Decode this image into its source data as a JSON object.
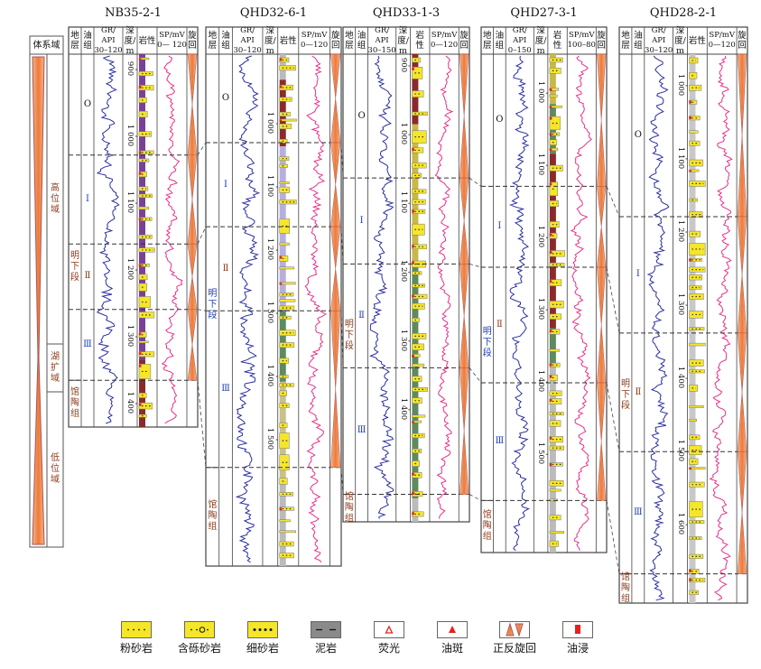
{
  "sequence": {
    "header": "体系域",
    "tracts": [
      {
        "label": "高\n位\n域"
      },
      {
        "label": "湖\n扩\n域"
      },
      {
        "label": "低\n位\n域"
      }
    ]
  },
  "wells": [
    {
      "name": "NB35-2-1",
      "headers": {
        "strata": "地\n层",
        "oil": "油\n组",
        "gr": "GR/\nAPI\n30–120",
        "depth": "深\n度/\nm",
        "lith": "岩性",
        "sp": "SP/mV\n0— 120",
        "cycle": "旋\n回"
      },
      "depth_range": [
        877,
        1435
      ],
      "depth_ticks": [
        "900",
        "1 000",
        "1 100",
        "1 200",
        "1 300",
        "1 400"
      ],
      "depth_values": [
        900,
        1000,
        1100,
        1200,
        1300,
        1400
      ],
      "boundaries": [
        1028,
        1161,
        1259,
        1365
      ],
      "oil_groups": [
        "O",
        "Ⅰ",
        "Ⅱ",
        "Ⅲ"
      ],
      "formations": [
        "明\n下\n段",
        "馆\n陶\n组"
      ]
    },
    {
      "name": "QHD32-6-1",
      "headers": {
        "strata": "地\n层",
        "oil": "油\n组",
        "gr": "GR/\nAPI\n30–120",
        "depth": "深\n度/\nm",
        "lith": "岩性",
        "sp": "SP/mV\n0—120",
        "cycle": "旋\n回"
      },
      "depth_range": [
        890,
        1700
      ],
      "depth_ticks": [
        "1 000",
        "1 100",
        "1 200",
        "1 300",
        "1 400",
        "1 500"
      ],
      "depth_values": [
        1000,
        1100,
        1200,
        1300,
        1400,
        1500
      ],
      "boundaries": [
        1030,
        1163,
        1296,
        1544
      ],
      "oil_groups": [
        "O",
        "Ⅰ",
        "Ⅱ",
        "Ⅲ"
      ],
      "formations": [
        "明\n下\n段",
        "馆\n陶\n组"
      ]
    },
    {
      "name": "QHD33-1-3",
      "headers": {
        "strata": "地\n层",
        "oil": "油\n组",
        "gr": "GR/\nAPI\n30–150",
        "depth": "深\n度/\nm",
        "lith": "岩\n性",
        "sp": "SP/mV\n0—120",
        "cycle": "旋\n回"
      },
      "depth_range": [
        883,
        1563
      ],
      "depth_ticks": [
        "900",
        "1 000",
        "1 100",
        "1 200",
        "1 300",
        "1 400"
      ],
      "depth_values": [
        900,
        1000,
        1100,
        1200,
        1300,
        1400
      ],
      "boundaries": [
        1063,
        1188,
        1339,
        1523
      ],
      "oil_groups": [
        "O",
        "Ⅰ",
        "Ⅱ",
        "Ⅲ"
      ],
      "formations": [
        "明\n下\n段",
        "馆\n陶\n组"
      ]
    },
    {
      "name": "QHD27-3-1",
      "headers": {
        "strata": "地\n层",
        "oil": "油\n组",
        "gr": "GR/\nAPI\n0–150",
        "depth": "深\n度/\nm",
        "lith": "岩\n性",
        "sp": "SP/mV\n100–80",
        "cycle": "旋\n回"
      },
      "depth_range": [
        946,
        1636
      ],
      "depth_ticks": [
        "1 000",
        "1 100",
        "1 200",
        "1 300",
        "1 400",
        "1 500"
      ],
      "depth_values": [
        1000,
        1100,
        1200,
        1300,
        1400,
        1500
      ],
      "boundaries": [
        1129,
        1241,
        1401,
        1564
      ],
      "oil_groups": [
        "O",
        "Ⅰ",
        "Ⅱ",
        "Ⅲ"
      ],
      "formations": [
        "明\n下\n段",
        "馆\n陶\n组"
      ]
    },
    {
      "name": "QHD28-2-1",
      "headers": {
        "strata": "地\n层",
        "oil": "油\n组",
        "gr": "GR/\nAPI\n30–120",
        "depth": "深\n度/\nm",
        "lith": "岩性",
        "sp": "SP/mV\n0—120",
        "cycle": "旋\n回"
      },
      "depth_range": [
        957,
        1707
      ],
      "depth_ticks": [
        "1 000",
        "1 100",
        "1 200",
        "1 300",
        "1 400",
        "1 500",
        "1 600"
      ],
      "depth_values": [
        1000,
        1100,
        1200,
        1300,
        1400,
        1500,
        1600
      ],
      "boundaries": [
        1179,
        1338,
        1500,
        1667
      ],
      "oil_groups": [
        "O",
        "Ⅰ",
        "Ⅱ",
        "Ⅲ"
      ],
      "formations": [
        "明\n下\n段",
        "馆\n陶\n组"
      ]
    }
  ],
  "legend": [
    {
      "label": "粉砂岩",
      "symbol": "siltstone"
    },
    {
      "label": "含砾砂岩",
      "symbol": "pebbly-sandstone"
    },
    {
      "label": "细砂岩",
      "symbol": "fine-sandstone"
    },
    {
      "label": "泥岩",
      "symbol": "mudstone"
    },
    {
      "label": "荧光",
      "symbol": "fluorescence"
    },
    {
      "label": "油斑",
      "symbol": "oil-spot"
    },
    {
      "label": "正反旋回",
      "symbol": "cycle"
    },
    {
      "label": "油浸",
      "symbol": "oil-immersion"
    }
  ],
  "colors": {
    "gr_curve": "#2b2fa0",
    "sp_curve": "#e8308a",
    "sand": "#f5e62a",
    "cycle": "#f08a4b",
    "mud": "#8a8a8a",
    "oil": "#e82020"
  }
}
